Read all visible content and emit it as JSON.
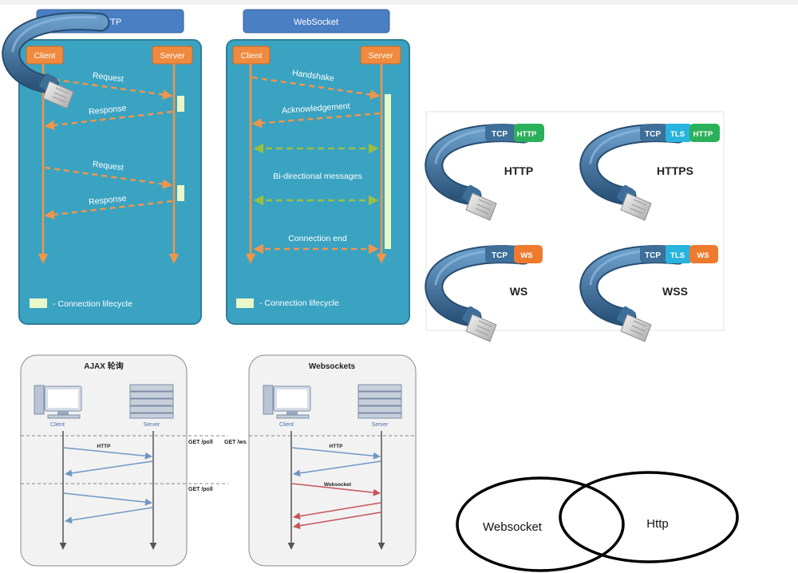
{
  "http_panel": {
    "title": "HTTP",
    "client": "Client",
    "server": "Server",
    "messages": [
      "Request",
      "Response",
      "Request",
      "Response"
    ],
    "legend": "- Connection lifecycle"
  },
  "ws_panel": {
    "title": "WebSocket",
    "client": "Client",
    "server": "Server",
    "messages": [
      "Handshake",
      "Acknowledgement",
      "Bi-directional messages",
      "Connection end"
    ],
    "legend": "- Connection lifecycle"
  },
  "cables": [
    {
      "layers": [
        "TCP",
        "HTTP"
      ],
      "label": "HTTP"
    },
    {
      "layers": [
        "TCP",
        "TLS",
        "HTTP"
      ],
      "label": "HTTPS"
    },
    {
      "layers": [
        "TCP",
        "WS"
      ],
      "label": "WS"
    },
    {
      "layers": [
        "TCP",
        "TLS",
        "WS"
      ],
      "label": "WSS"
    }
  ],
  "ajax_panel": {
    "title": "AJAX 轮询",
    "client": "Client",
    "server": "Server",
    "messages": [
      "HTTP"
    ],
    "requests": [
      "GET /poll",
      "GET /poll"
    ]
  },
  "websockets_panel": {
    "title": "Websockets",
    "client": "Client",
    "server": "Server",
    "request": "GET /ws",
    "messages": [
      "HTTP",
      "Websocket"
    ]
  },
  "venn": {
    "left": "Websocket",
    "right": "Http"
  },
  "colors": {
    "panel": "#3aa3c2",
    "panel_border": "#2f7e98",
    "header": "#4a7fc4",
    "actor": "#f08a3e",
    "arrow_orange": "#f0954a",
    "arrow_green": "#9cbf3f",
    "lifecycle": "#eaf7c8",
    "http_tag": "#2bb05a",
    "tls_tag": "#28b4de",
    "ws_tag": "#ee7a2e",
    "cable": "#3d6f99",
    "line_blue": "#7196c6",
    "line_red": "#c6545a"
  }
}
